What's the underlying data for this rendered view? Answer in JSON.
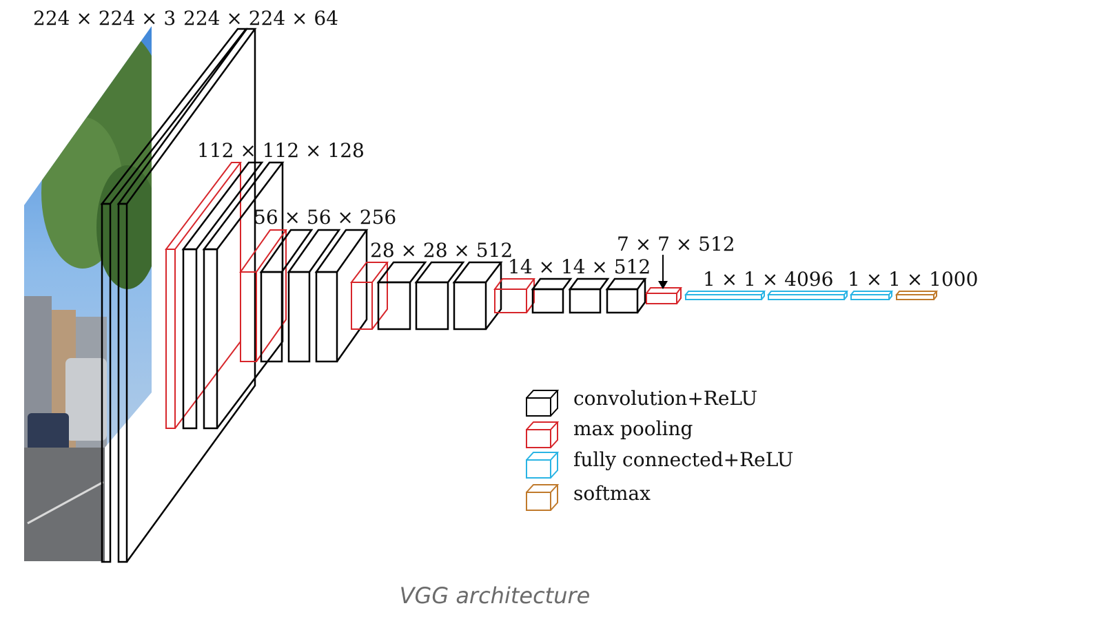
{
  "caption": "VGG architecture",
  "colors": {
    "conv": "#000000",
    "pool": "#d7262b",
    "fc": "#2ab4e4",
    "softmax": "#c07a2c",
    "sky": "#4a8fd6",
    "foliage": "#4d7a3a"
  },
  "input_image": {
    "icon": "street-photo-icon"
  },
  "dimension_labels": [
    "224 × 224 × 3",
    "224 × 224 × 64",
    "112 × 112 × 128",
    "56 × 56 × 256",
    "28 × 28 × 512",
    "14 × 14 × 512",
    "7 × 7 × 512",
    "1 × 1 × 4096",
    "1 × 1 × 1000"
  ],
  "legend": [
    {
      "type": "conv",
      "label": "convolution+ReLU"
    },
    {
      "type": "pool",
      "label": "max pooling"
    },
    {
      "type": "fc",
      "label": "fully connected+ReLU"
    },
    {
      "type": "softmax",
      "label": "softmax"
    }
  ]
}
